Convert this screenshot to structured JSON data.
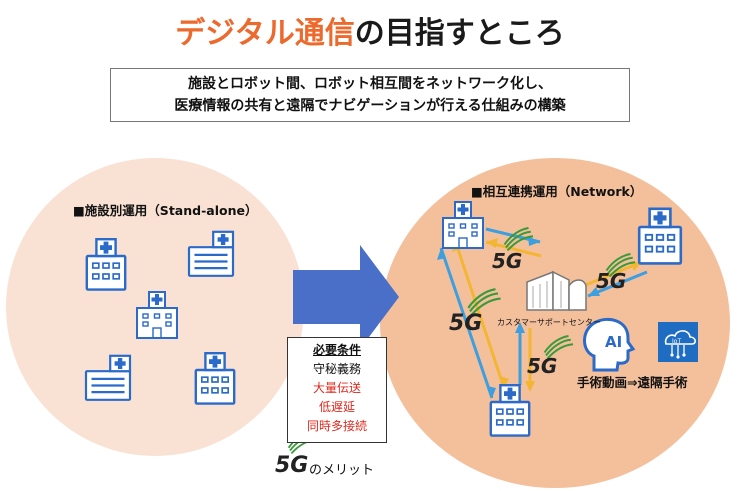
{
  "title": {
    "highlight": "デジタル通信",
    "rest": "の目指すところ"
  },
  "subtitle": {
    "line1": "施設とロボット間、ロボット相互間をネットワーク化し、",
    "line2": "医療情報の共有と遠隔でナビゲーションが行える仕組みの構築"
  },
  "standalone": {
    "label": "■施設別運用（Stand-alone）"
  },
  "network": {
    "label": "■相互連携運用（Network）",
    "center_label": "カスタマーサポートセンター",
    "ai_label": "AI",
    "iot_label": "IoT",
    "surgery_label": "手術動画⇒遠隔手術",
    "fiveg": "5G"
  },
  "requirements": {
    "title": "必要条件",
    "items": [
      {
        "text": "守秘義務",
        "color": "#111111"
      },
      {
        "text": "大量伝送",
        "color": "#e0291d"
      },
      {
        "text": "低遅延",
        "color": "#e0291d"
      },
      {
        "text": "同時多接続",
        "color": "#e0291d"
      }
    ]
  },
  "merit": {
    "logo": "5G",
    "text": "のメリット"
  },
  "colors": {
    "accent": "#ec6a2e",
    "left_circle": "#f9e2d3",
    "right_circle": "#f4c09c",
    "arrow": "#4a6fc8",
    "link_orange": "#f2b633",
    "link_blue": "#3d9fe0",
    "icon_blue": "#2b6ac9",
    "logo_green": "#3a9a3a"
  }
}
